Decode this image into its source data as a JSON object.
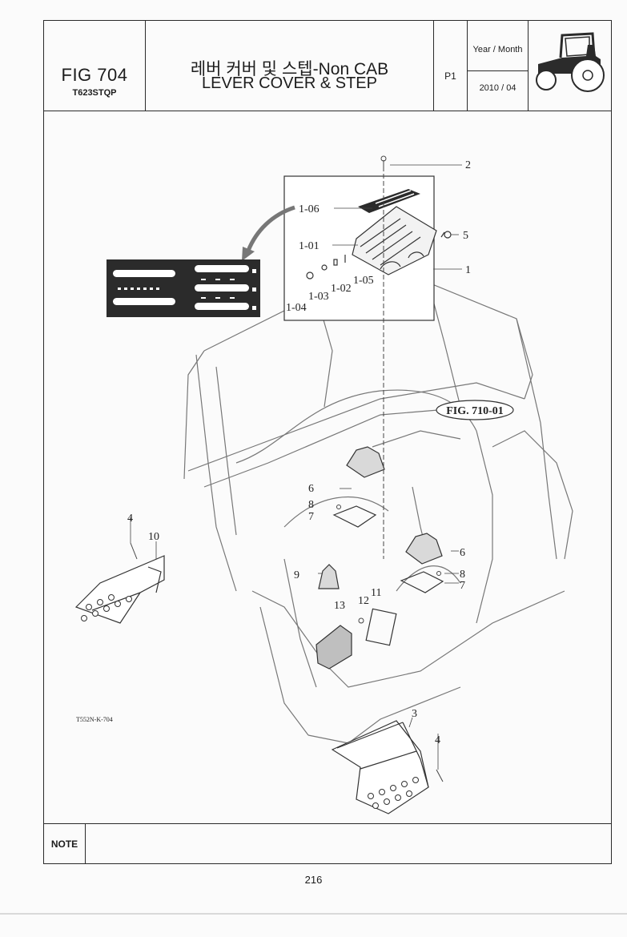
{
  "header": {
    "fig_number": "FIG 704",
    "model_code": "T623STQP",
    "title_korean": "레버 커버 및 스텝-Non CAB",
    "title_english": "LEVER COVER & STEP",
    "page_code": "P1",
    "date_label": "Year / Month",
    "date_value": "2010 / 04"
  },
  "diagram": {
    "drawing_code": "T552N-K-704",
    "reference_fig": "FIG. 710-01",
    "callouts": {
      "c1": "1",
      "c1_01": "1-01",
      "c1_02": "1-02",
      "c1_03": "1-03",
      "c1_04": "1-04",
      "c1_05": "1-05",
      "c1_06": "1-06",
      "c2": "2",
      "c3": "3",
      "c4a": "4",
      "c4b": "4",
      "c5": "5",
      "c6a": "6",
      "c6b": "6",
      "c7a": "7",
      "c7b": "7",
      "c8a": "8",
      "c8b": "8",
      "c9": "9",
      "c10": "10",
      "c11": "11",
      "c12": "12",
      "c13": "13"
    }
  },
  "note": {
    "label": "NOTE",
    "text": ""
  },
  "footer": {
    "page_number": "216"
  }
}
